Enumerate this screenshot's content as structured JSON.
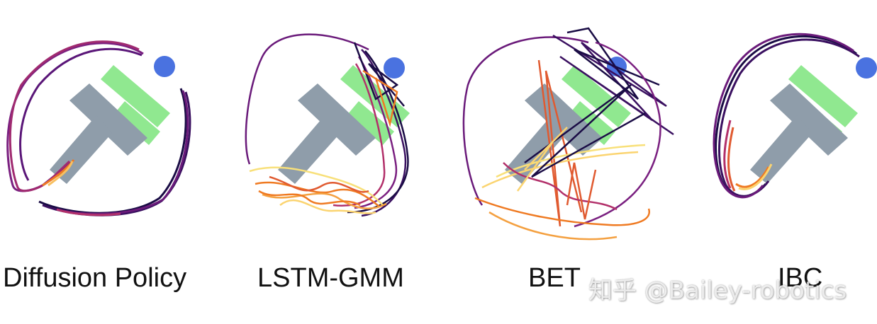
{
  "colors": {
    "target_green": "#90e890",
    "tblock_gray": "#8f9daa",
    "agent_blue": "#4a72e0",
    "traj_dark": "#1a0c45",
    "traj_purple": "#6a1a7a",
    "traj_magenta": "#b2306a",
    "traj_orange": "#ef7a22",
    "traj_yellow": "#f8e07a"
  },
  "panels": [
    {
      "id": "diffusion-policy",
      "label": "Diffusion Policy"
    },
    {
      "id": "lstm-gmm",
      "label": "LSTM-GMM"
    },
    {
      "id": "bet",
      "label": "BET"
    },
    {
      "id": "ibc",
      "label": "IBC"
    }
  ],
  "watermark": "知乎 @Bailey-robotics"
}
